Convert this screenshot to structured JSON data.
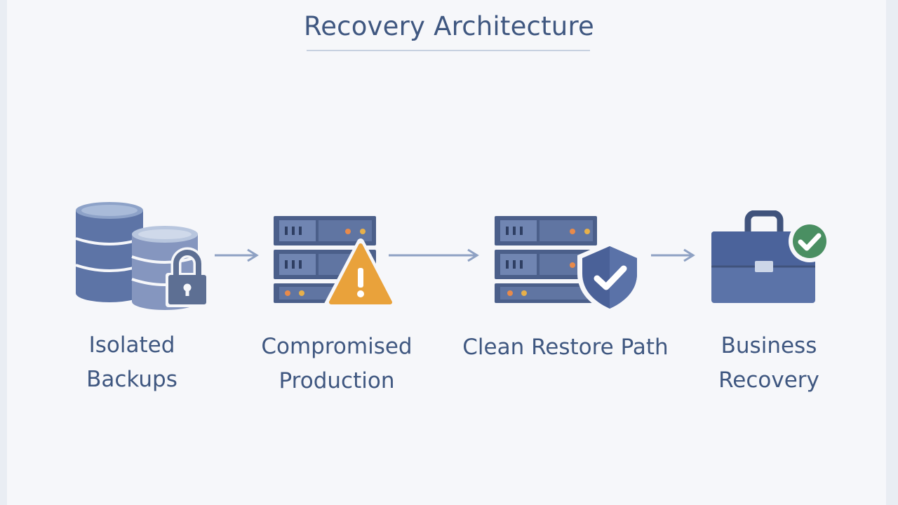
{
  "title": "Recovery Architecture",
  "colors": {
    "primary": "#3f5780",
    "icon_blue": "#5d74a6",
    "icon_dark": "#40537c",
    "warning": "#e9a23b",
    "success": "#4a8f62",
    "arrow": "#8ea1c3"
  },
  "stages": [
    {
      "icon": "database-lock-icon",
      "label_lines": [
        "Isolated",
        "Backups"
      ]
    },
    {
      "icon": "server-warning-icon",
      "label_lines": [
        "Compromised",
        "Production"
      ]
    },
    {
      "icon": "server-shield-icon",
      "label_lines": [
        "Clean Restore Path"
      ]
    },
    {
      "icon": "briefcase-check-icon",
      "label_lines": [
        "Business",
        "Recovery"
      ]
    }
  ]
}
